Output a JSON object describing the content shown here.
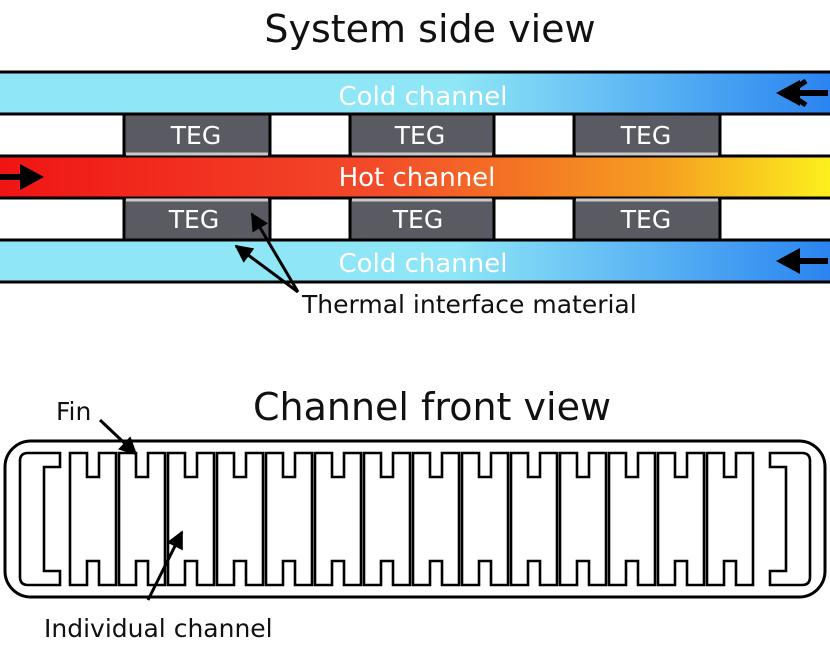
{
  "side_view": {
    "title": "System side view",
    "cold_channel_top_label": "Cold channel",
    "hot_channel_label": "Hot channel",
    "cold_channel_bottom_label": "Cold channel",
    "teg_label": "TEG",
    "tim_label": "Thermal interface material",
    "colors": {
      "cold_light": "#8ee6f6",
      "cold_dark": "#2a84f0",
      "hot_red": "#f01414",
      "hot_orange": "#f5902a",
      "hot_yellow": "#fcf01e",
      "teg_fill": "#5a5a62",
      "tim": "#c9c9c9"
    }
  },
  "front_view": {
    "title": "Channel front view",
    "fin_label": "Fin",
    "individual_channel_label": "Individual channel"
  }
}
